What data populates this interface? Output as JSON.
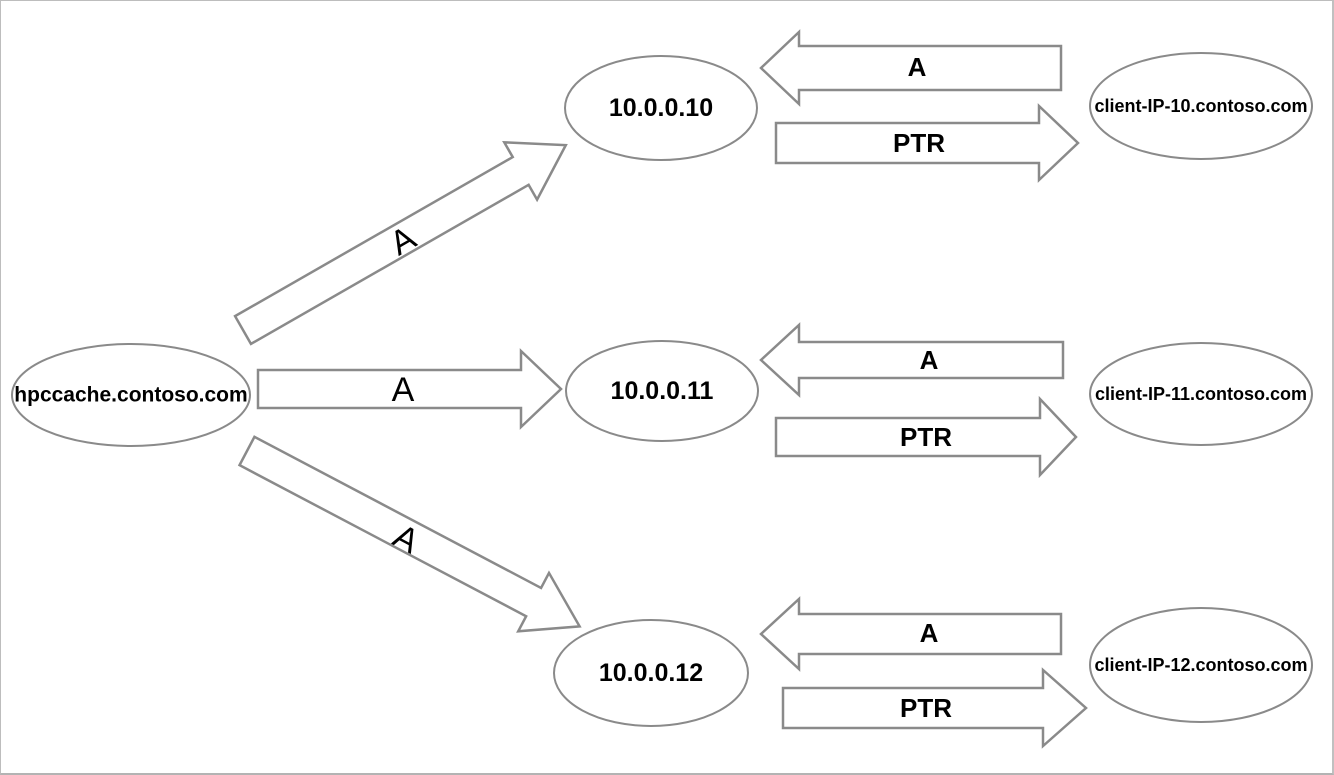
{
  "diagram": {
    "nodes": {
      "source": {
        "label": "hpccache.contoso.com"
      },
      "ip_10": {
        "label": "10.0.0.10"
      },
      "ip_11": {
        "label": "10.0.0.11"
      },
      "ip_12": {
        "label": "10.0.0.12"
      },
      "client_10": {
        "label": "client-IP-10.contoso.com"
      },
      "client_11": {
        "label": "client-IP-11.contoso.com"
      },
      "client_12": {
        "label": "client-IP-12.contoso.com"
      }
    },
    "record_labels": {
      "a": "A",
      "ptr": "PTR"
    },
    "colors": {
      "shape_outline": "#8a8a8a",
      "label_text": "#000000",
      "background": "#ffffff",
      "page_border": "#bdbdbd"
    }
  }
}
